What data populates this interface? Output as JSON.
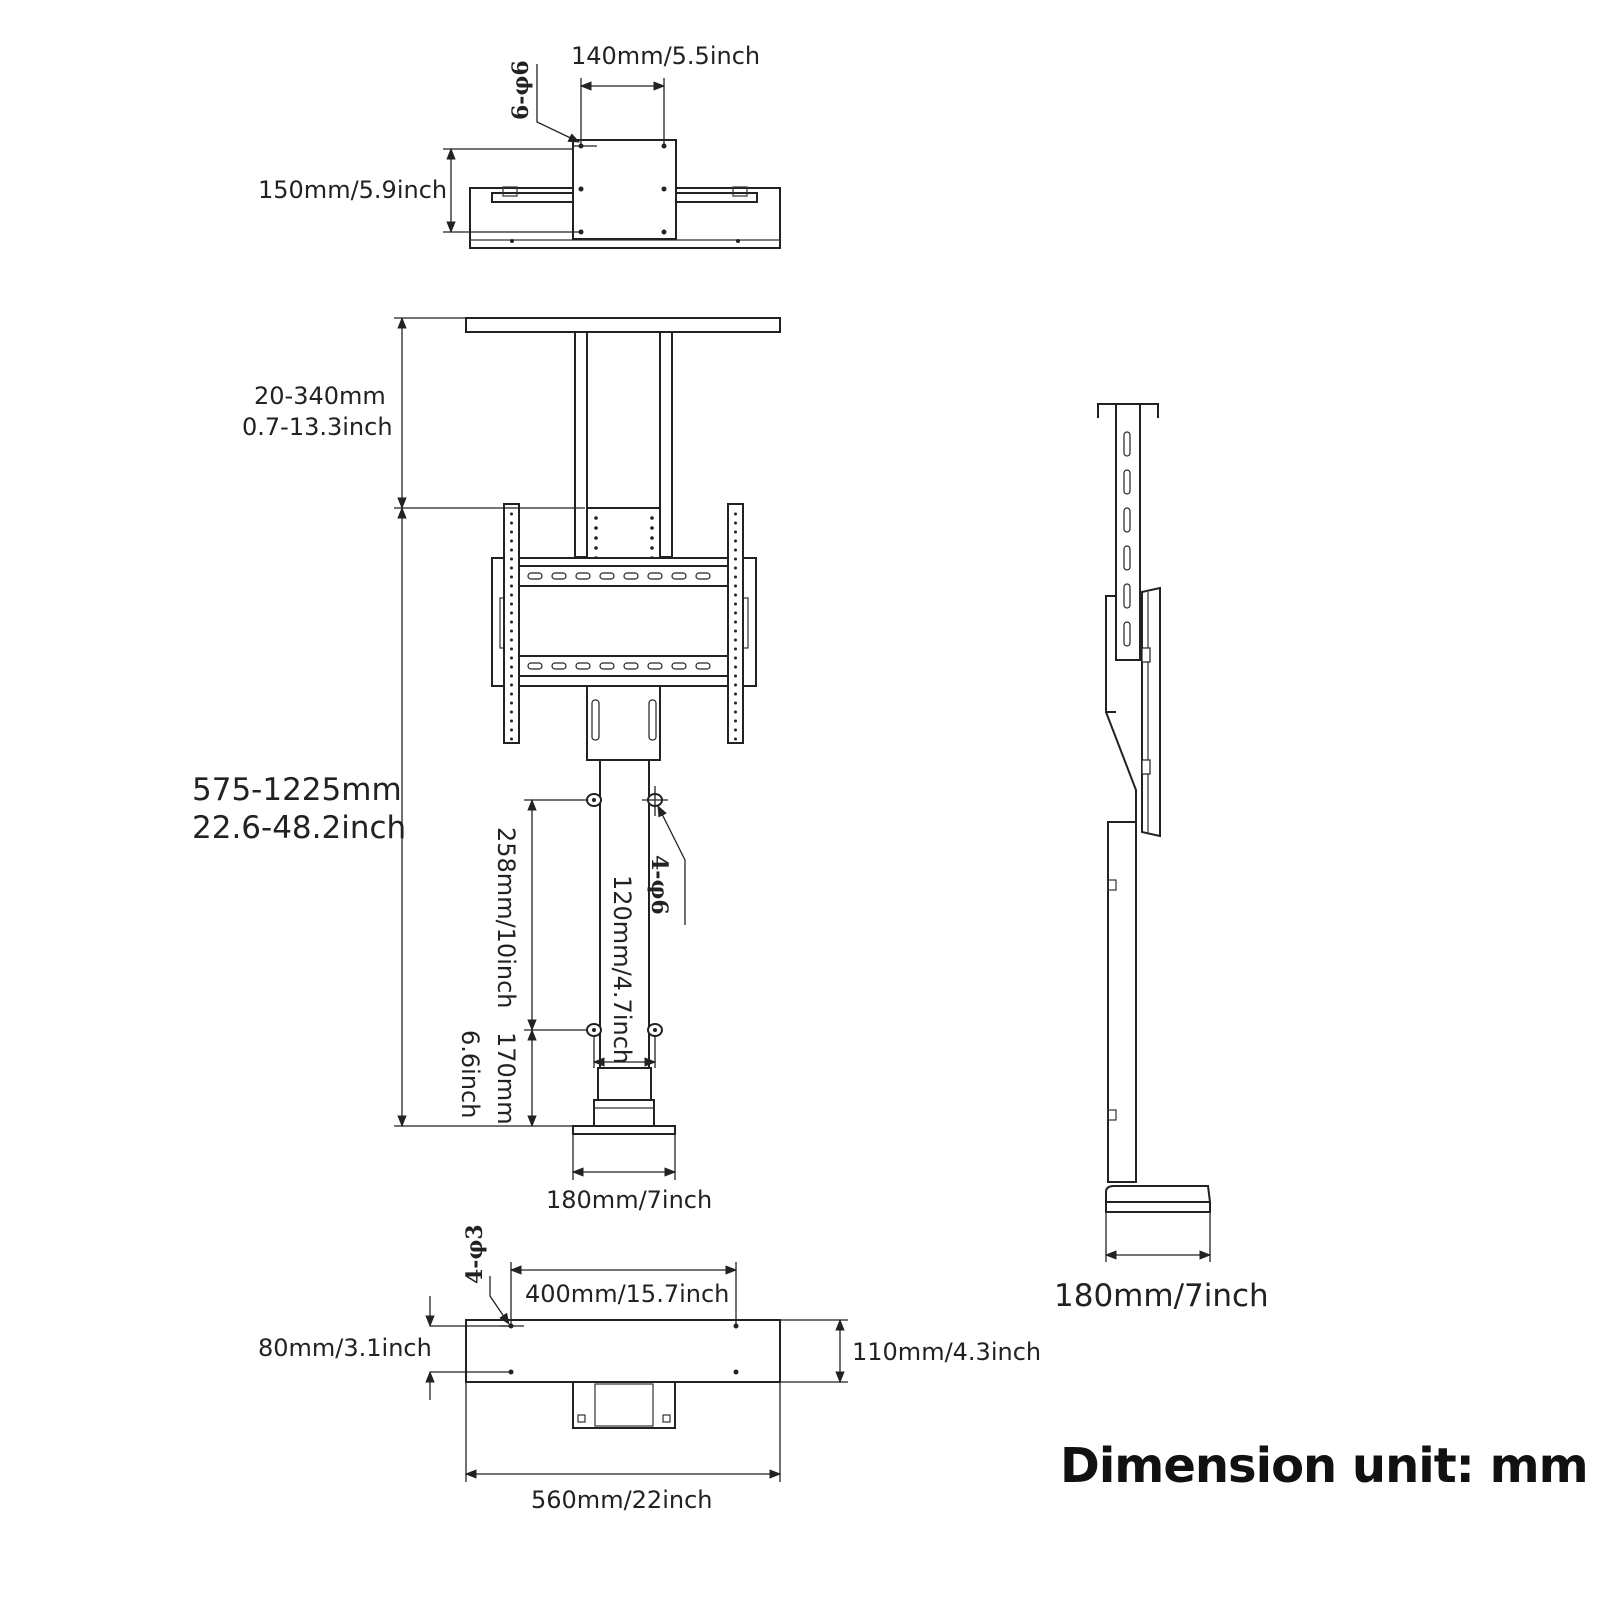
{
  "top_view": {
    "label_width": "140mm/5.5inch",
    "label_depth": "150mm/5.9inch",
    "label_holes": "6-φ6"
  },
  "front_view": {
    "label_adjust_mm": "20-340mm",
    "label_adjust_in": "0.7-13.3inch",
    "label_height_mm": "575-1225mm",
    "label_height_in": "22.6-48.2inch",
    "label_258": "258mm/10inch",
    "label_120": "120mm/4.7inch",
    "label_170": "170mm",
    "label_66": "6.6inch",
    "label_holes": "4-φ6",
    "label_base": "180mm/7inch"
  },
  "side_view": {
    "label_base": "180mm/7inch"
  },
  "bottom_view": {
    "label_holes": "4-φ3",
    "label_400": "400mm/15.7inch",
    "label_80": "80mm/3.1inch",
    "label_110": "110mm/4.3inch",
    "label_560": "560mm/22inch"
  },
  "footer": {
    "unit_note": "Dimension unit: mm"
  }
}
